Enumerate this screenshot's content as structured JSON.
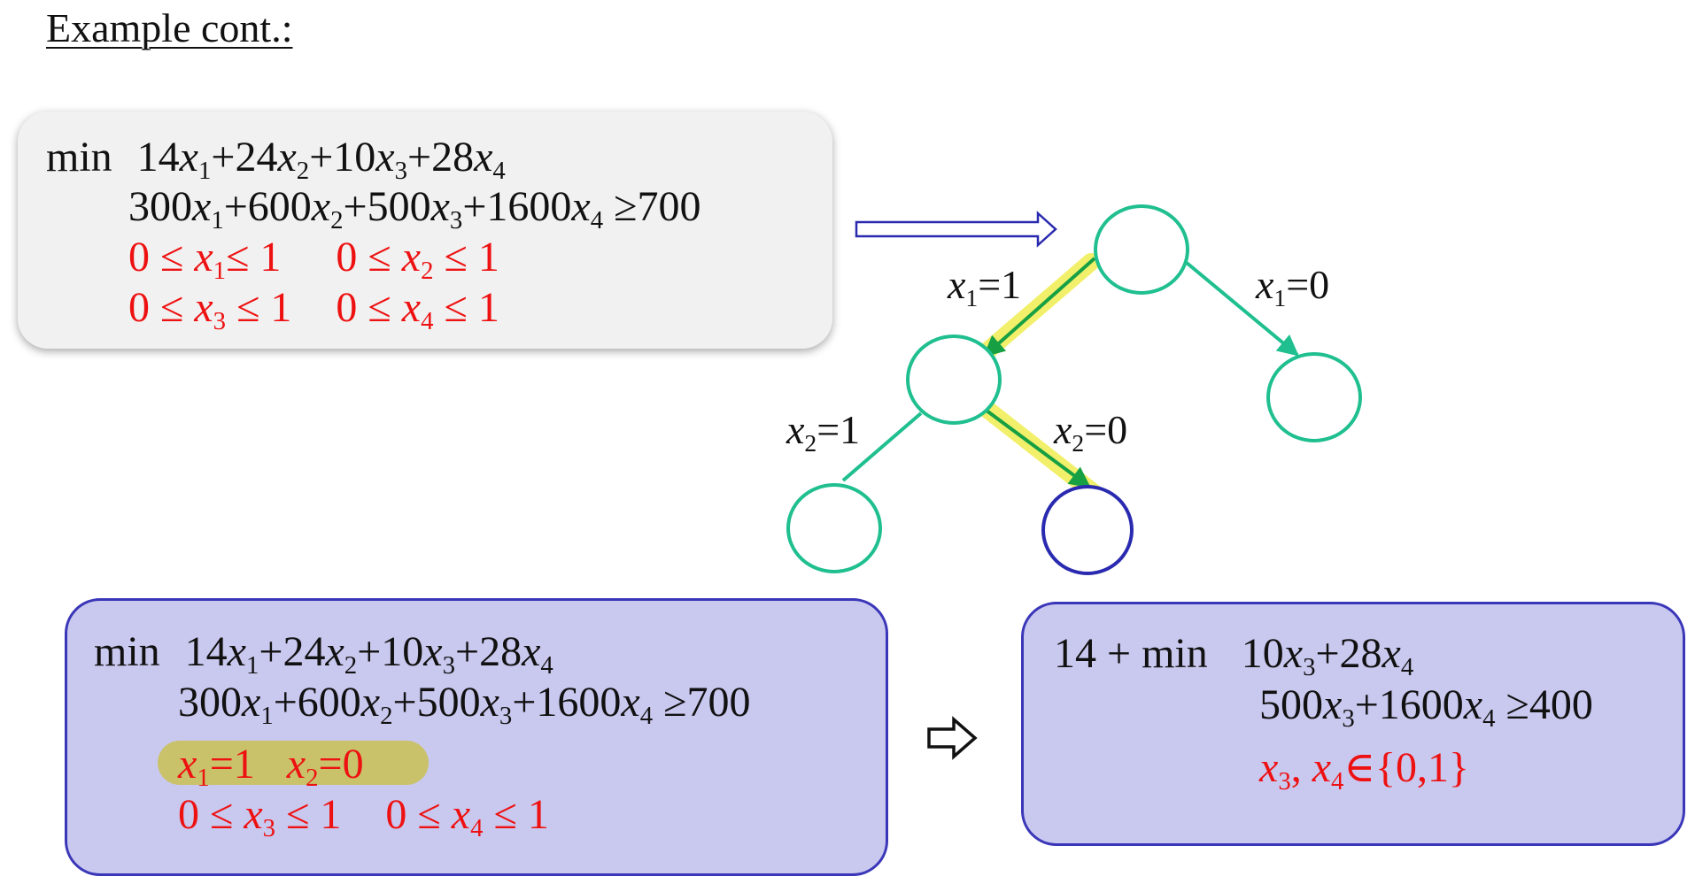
{
  "title": "Example cont.:",
  "colors": {
    "node": "#1fbf8f",
    "node_selected": "#2a2ab0",
    "branch_highlight": "#f2f06a",
    "constraint": "#ee1111",
    "box_fill": "#c9c8ef",
    "box_border": "#3a36b8"
  },
  "original_problem": {
    "min_label": "min",
    "c": [
      "14",
      "24",
      "10",
      "28"
    ],
    "a": [
      "300",
      "600",
      "500",
      "1600"
    ],
    "rhs": "700",
    "bounds": [
      "0 ≤ x1≤ 1",
      "0 ≤ x2 ≤ 1",
      "0 ≤ x3 ≤ 1",
      "0 ≤ x4 ≤ 1"
    ]
  },
  "tree": {
    "edge_labels": {
      "left_root": "x1=1",
      "right_root": "x1=0",
      "left_child": "x2=1",
      "right_child": "x2=0"
    }
  },
  "subproblem": {
    "min_label": "min",
    "fixed": [
      "x1=1",
      "x2=0"
    ],
    "bounds": [
      "0 ≤ x3 ≤ 1",
      "0 ≤ x4 ≤ 1"
    ]
  },
  "reduced_problem": {
    "prefix": "14 + min",
    "c": [
      "10",
      "28"
    ],
    "a": [
      "500",
      "1600"
    ],
    "rhs": "400",
    "domain": "x3, x4∈{0,1}"
  }
}
